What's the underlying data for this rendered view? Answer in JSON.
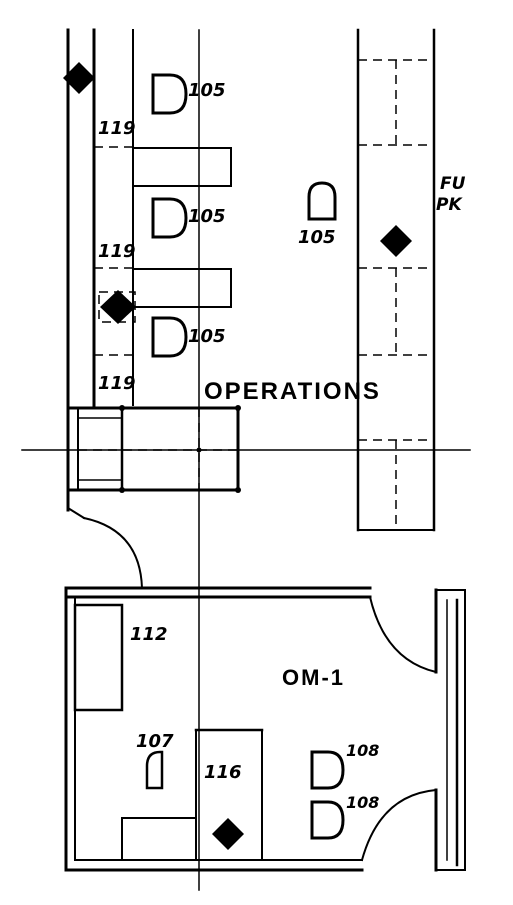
{
  "room_labels": {
    "operations": "OPERATIONS",
    "om1": "OM-1"
  },
  "equipment_tags": {
    "chair_top": "105",
    "chair_mid": "105",
    "chair_low": "105",
    "chair_right": "105",
    "desk_top": "119",
    "desk_mid": "119",
    "desk_low": "119",
    "table_om": "112",
    "chair_om": "107",
    "desk_om": "116",
    "chair_om_a": "108",
    "chair_om_b": "108"
  },
  "margin_notes": {
    "line1": "FU",
    "line2": "PK"
  },
  "colors": {
    "ink": "#000000",
    "paper": "#ffffff"
  }
}
